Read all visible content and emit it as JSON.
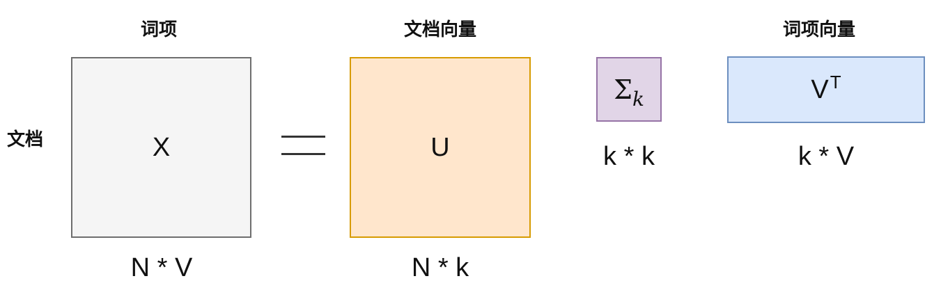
{
  "headers": {
    "terms": "词项",
    "doc_vectors": "文档向量",
    "term_vectors": "词项向量",
    "documents": "文档"
  },
  "matrices": {
    "x": {
      "label": "X",
      "dims": "N * V",
      "fill": "#f5f5f5",
      "stroke": "#6e6e6e"
    },
    "u": {
      "label": "U",
      "dims": "N * k",
      "fill": "#ffe6cc",
      "stroke": "#d79b00"
    },
    "sigma": {
      "symbol": "Σ",
      "subscript": "k",
      "dims": "k * k",
      "fill": "#e1d5e7",
      "stroke": "#9673a6"
    },
    "vt": {
      "base": "V",
      "superscript": "T",
      "dims": "k * V",
      "fill": "#dae8fc",
      "stroke": "#6c8ebf"
    }
  }
}
